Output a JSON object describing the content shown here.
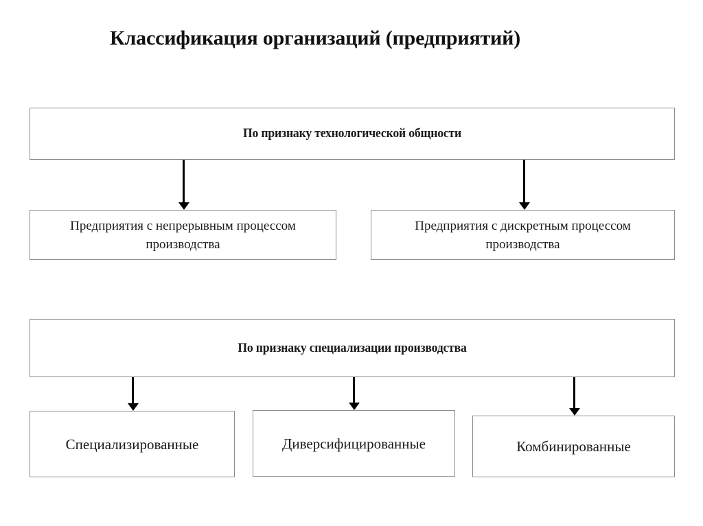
{
  "title": "Классификация организаций (предприятий)",
  "sections": [
    {
      "id": "technological",
      "header": "По признаку технологической общности",
      "children": [
        "Предприятия с непрерывным процессом производства",
        "Предприятия с дискретным процессом производства"
      ]
    },
    {
      "id": "specialization",
      "header": "По признаку специализации производства",
      "children": [
        "Специализированные",
        "Диверсифицированные",
        "Комбинированные"
      ]
    }
  ],
  "style": {
    "border_color": "#8c8c8c",
    "text_color": "#1a1a1a",
    "arrow_color": "#000000",
    "background": "#ffffff"
  }
}
